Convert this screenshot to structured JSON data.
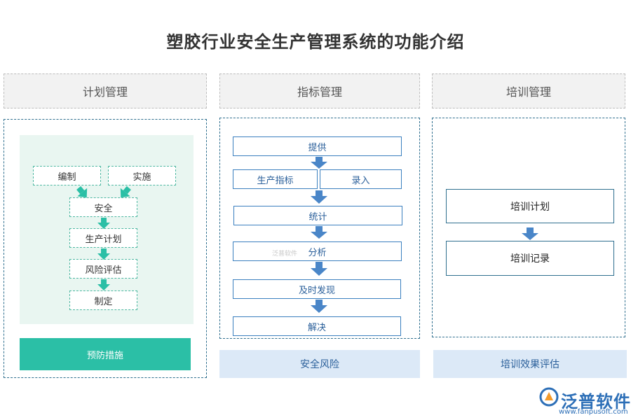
{
  "title": "塑胶行业安全生产管理系统的功能介绍",
  "columns": [
    {
      "header": "计划管理",
      "items": [
        "编制",
        "实施",
        "安全",
        "生产计划",
        "风险评估",
        "制定"
      ],
      "footer": "预防措施"
    },
    {
      "header": "指标管理",
      "items": [
        "提供",
        "生产指标",
        "录入",
        "统计",
        "分析",
        "及时发现",
        "解决"
      ],
      "footer": "安全风险"
    },
    {
      "header": "培训管理",
      "items": [
        "培训计划",
        "培训记录"
      ],
      "footer": "培训效果评估"
    }
  ],
  "watermark": "泛普软件",
  "logo": {
    "name": "泛普软件",
    "url": "www.fanpusoft.com"
  },
  "colors": {
    "teal": "#2bbfa6",
    "green_panel": "#e9f6f1",
    "blue": "#3a7fbf",
    "arrow_blue": "#4a86c8",
    "light_blue": "#dce9f7"
  }
}
